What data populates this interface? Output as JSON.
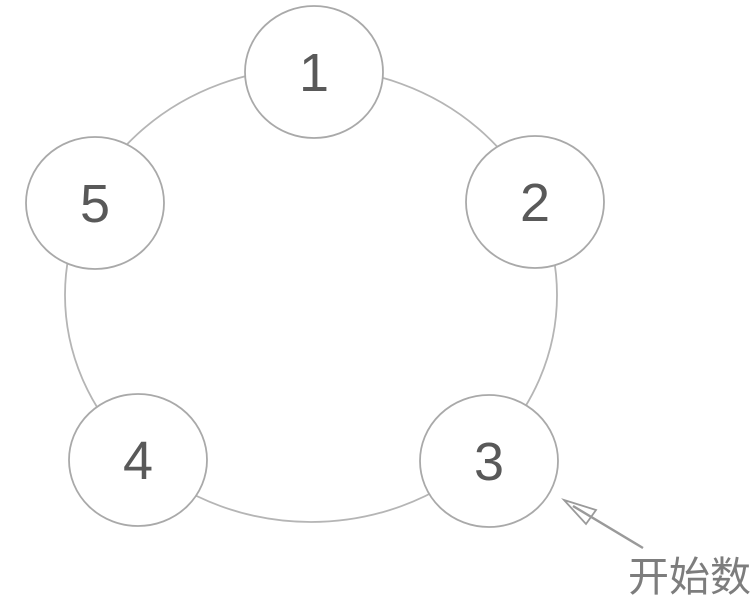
{
  "diagram": {
    "type": "counting-circle-diagram",
    "nodes": [
      {
        "label": "1"
      },
      {
        "label": "2"
      },
      {
        "label": "3"
      },
      {
        "label": "4"
      },
      {
        "label": "5"
      }
    ],
    "annotation": {
      "label": "开始数",
      "points_to_node": "3"
    },
    "colors": {
      "background": "#ffffff",
      "ring_stroke": "#b5b5b5",
      "node_stroke": "#a9a9a9",
      "node_fill": "#ffffff",
      "node_text": "#595959",
      "arrow": "#9a9a9a",
      "annotation_text": "#7d7d7d"
    }
  }
}
